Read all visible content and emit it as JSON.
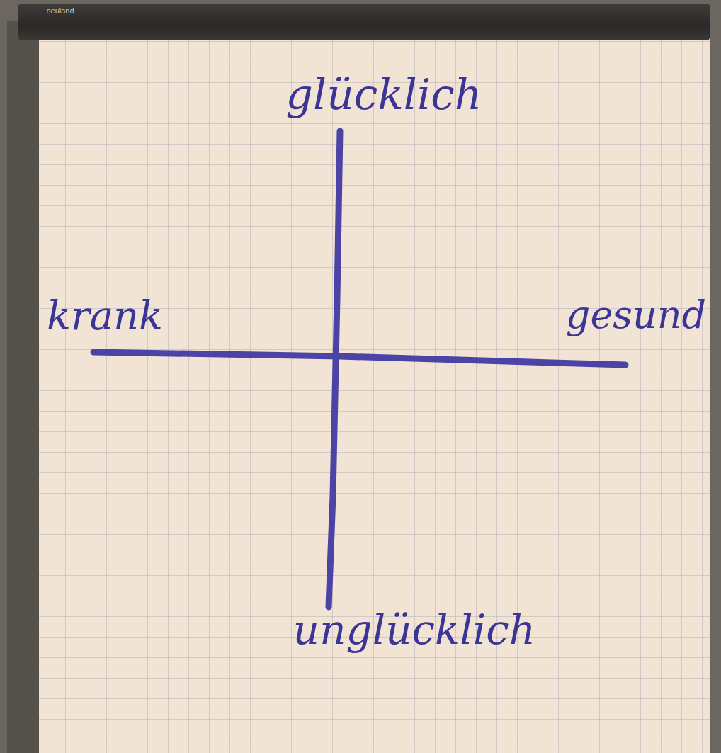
{
  "diagram": {
    "labels": [
      "neuland",
      "glücklich",
      "krank",
      "gesund",
      "unglücklich"
    ]
  }
}
